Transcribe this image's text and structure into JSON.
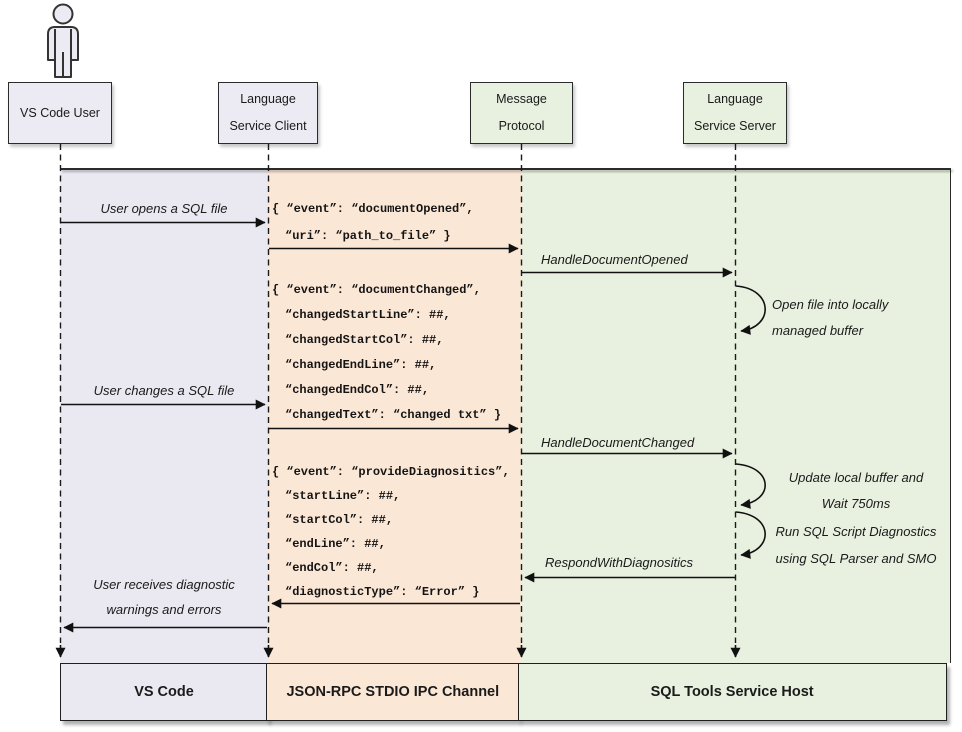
{
  "actors": {
    "user": {
      "label": "VS Code User"
    },
    "client": {
      "line1": "Language",
      "line2": "Service Client"
    },
    "protocol": {
      "line1": "Message",
      "line2": "Protocol"
    },
    "server": {
      "line1": "Language",
      "line2": "Service Server"
    }
  },
  "labels": {
    "user_opens": "User opens a SQL file",
    "user_changes": "User changes a SQL file",
    "user_receives_1": "User receives diagnostic",
    "user_receives_2": "warnings and errors",
    "handle_opened": "HandleDocumentOpened",
    "handle_changed": "HandleDocumentChanged",
    "respond_diag": "RespondWithDiagnositics",
    "open_file_1": "Open file into locally",
    "open_file_2": "managed buffer",
    "update_buffer_1": "Update local buffer and",
    "update_buffer_2": "Wait 750ms",
    "run_diag_1": "Run SQL Script Diagnostics",
    "run_diag_2": "using SQL Parser and SMO"
  },
  "payloads": {
    "opened": [
      "{ “event”: “documentOpened”,",
      "“uri”: “path_to_file” }"
    ],
    "changed": [
      "{ “event”: “documentChanged”,",
      "“changedStartLine”: ##,",
      "“changedStartCol”: ##,",
      "“changedEndLine”: ##,",
      "“changedEndCol”: ##,",
      "“changedText”: “changed txt” }"
    ],
    "diagnostics": [
      "{ “event”: “provideDiagnositics”,",
      "“startLine”: ##,",
      "“startCol”: ##,",
      "“endLine”: ##,",
      "“endCol”: ##,",
      "“diagnosticType”: “Error” }"
    ]
  },
  "footer": {
    "lane1": "VS Code",
    "lane2": "JSON-RPC STDIO IPC Channel",
    "lane3": "SQL Tools Service Host"
  },
  "colors": {
    "lane_user": "#EAE9F1",
    "lane_ipc": "#FBE7D6",
    "lane_host": "#E8F0DF",
    "line": "#1A1A1A",
    "border": "#2B2B2B"
  }
}
